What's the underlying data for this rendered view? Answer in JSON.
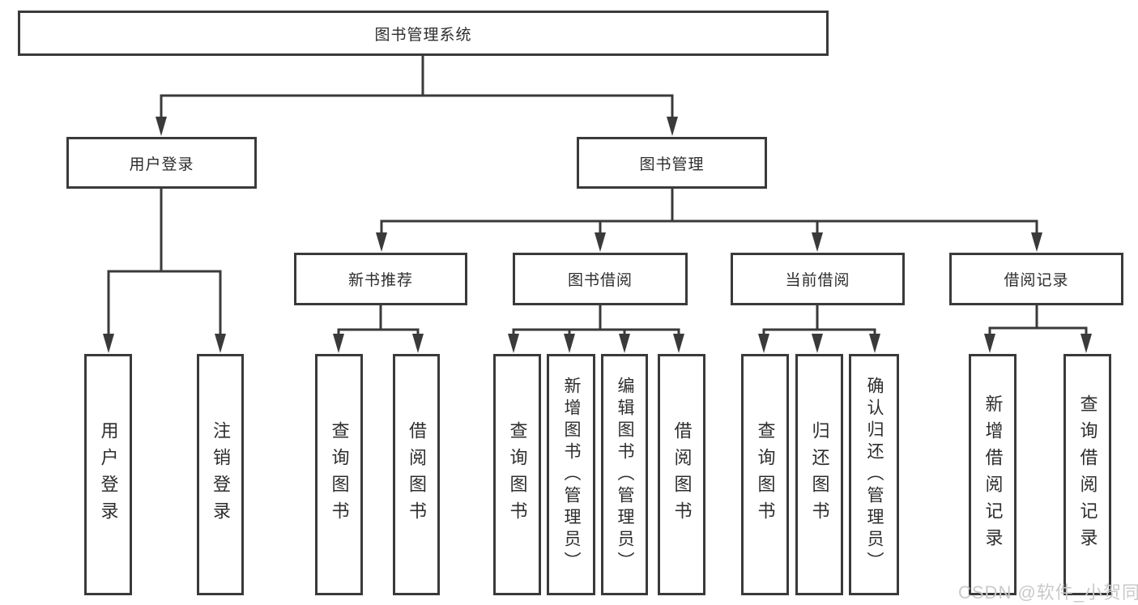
{
  "nodes": {
    "root": {
      "label": "图书管理系统"
    },
    "user_login": {
      "label": "用户登录"
    },
    "book_mgmt": {
      "label": "图书管理"
    },
    "new_book_rec": {
      "label": "新书推荐"
    },
    "book_borrow": {
      "label": "图书借阅"
    },
    "current_borrow": {
      "label": "当前借阅"
    },
    "borrow_records": {
      "label": "借阅记录"
    },
    "leaf_user_login": {
      "label": "用户登录"
    },
    "leaf_logout": {
      "label": "注销登录"
    },
    "leaf_query_book_1": {
      "label": "查询图书"
    },
    "leaf_borrow_book_1": {
      "label": "借阅图书"
    },
    "leaf_query_book_2": {
      "label": "查询图书"
    },
    "leaf_add_book": {
      "label": "新增图书（管理员）"
    },
    "leaf_edit_book": {
      "label": "编辑图书（管理员）"
    },
    "leaf_borrow_book_2": {
      "label": "借阅图书"
    },
    "leaf_query_book_3": {
      "label": "查询图书"
    },
    "leaf_return_book": {
      "label": "归还图书"
    },
    "leaf_confirm_return": {
      "label": "确认归还（管理员）"
    },
    "leaf_add_record": {
      "label": "新增借阅记录"
    },
    "leaf_query_record": {
      "label": "查询借阅记录"
    }
  },
  "watermark": {
    "text": "CSDN @软件_小贺同学"
  },
  "colors": {
    "line": "#3a3a3a",
    "box_border": "#3a3a3a",
    "text": "#2d2d2d",
    "watermark": "#c9c9c9",
    "background": "#ffffff"
  }
}
